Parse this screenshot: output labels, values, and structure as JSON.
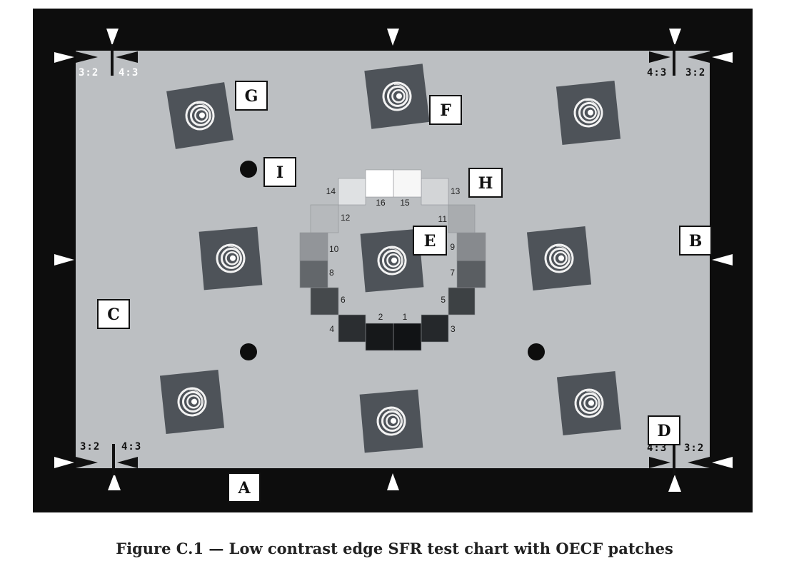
{
  "figure": {
    "caption": "Figure C.1 — Low contrast edge SFR test chart with OECF patches"
  },
  "colors": {
    "frame": "#0d0d0d",
    "field": "#bcbfc2",
    "target_square": "#4e5359",
    "marker": "#ffffff",
    "label_box": "#ffffff"
  },
  "region_labels": [
    "A",
    "B",
    "C",
    "D",
    "E",
    "F",
    "G",
    "H",
    "I"
  ],
  "aspect_labels": {
    "ratio_3_2": "3:2",
    "ratio_4_3": "4:3"
  },
  "oecf_patches": [
    {
      "number": "1",
      "gray": "#111315"
    },
    {
      "number": "2",
      "gray": "#16181a"
    },
    {
      "number": "3",
      "gray": "#25282b"
    },
    {
      "number": "4",
      "gray": "#2b2e31"
    },
    {
      "number": "5",
      "gray": "#3d4144"
    },
    {
      "number": "6",
      "gray": "#45494c"
    },
    {
      "number": "7",
      "gray": "#5a5e62"
    },
    {
      "number": "8",
      "gray": "#63676b"
    },
    {
      "number": "9",
      "gray": "#878a8e"
    },
    {
      "number": "10",
      "gray": "#929599"
    },
    {
      "number": "11",
      "gray": "#a9acaf"
    },
    {
      "number": "12",
      "gray": "#b6b9bc"
    },
    {
      "number": "13",
      "gray": "#d3d5d7"
    },
    {
      "number": "14",
      "gray": "#dfe1e3"
    },
    {
      "number": "15",
      "gray": "#f7f7f7"
    },
    {
      "number": "16",
      "gray": "#ffffff"
    }
  ]
}
